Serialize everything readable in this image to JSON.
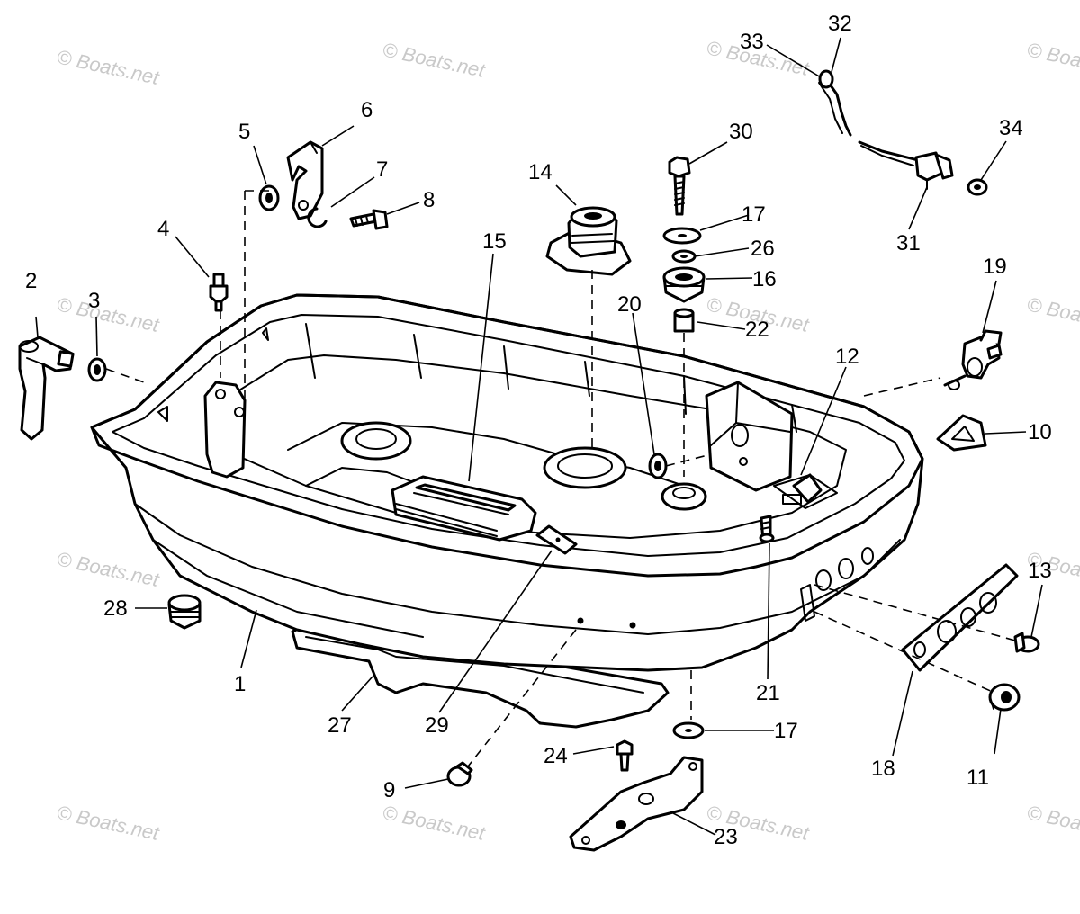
{
  "watermark": "© Boats.net",
  "callouts": [
    {
      "id": "c1",
      "label": "1"
    },
    {
      "id": "c2",
      "label": "2"
    },
    {
      "id": "c3",
      "label": "3"
    },
    {
      "id": "c4",
      "label": "4"
    },
    {
      "id": "c5",
      "label": "5"
    },
    {
      "id": "c6",
      "label": "6"
    },
    {
      "id": "c7",
      "label": "7"
    },
    {
      "id": "c8",
      "label": "8"
    },
    {
      "id": "c9",
      "label": "9"
    },
    {
      "id": "c10",
      "label": "10"
    },
    {
      "id": "c11",
      "label": "11"
    },
    {
      "id": "c12",
      "label": "12"
    },
    {
      "id": "c13",
      "label": "13"
    },
    {
      "id": "c14",
      "label": "14"
    },
    {
      "id": "c15",
      "label": "15"
    },
    {
      "id": "c16",
      "label": "16"
    },
    {
      "id": "c17a",
      "label": "17"
    },
    {
      "id": "c17b",
      "label": "17"
    },
    {
      "id": "c18",
      "label": "18"
    },
    {
      "id": "c19",
      "label": "19"
    },
    {
      "id": "c20",
      "label": "20"
    },
    {
      "id": "c21",
      "label": "21"
    },
    {
      "id": "c22",
      "label": "22"
    },
    {
      "id": "c23",
      "label": "23"
    },
    {
      "id": "c24",
      "label": "24"
    },
    {
      "id": "c26",
      "label": "26"
    },
    {
      "id": "c27",
      "label": "27"
    },
    {
      "id": "c28",
      "label": "28"
    },
    {
      "id": "c29",
      "label": "29"
    },
    {
      "id": "c30",
      "label": "30"
    },
    {
      "id": "c31",
      "label": "31"
    },
    {
      "id": "c32",
      "label": "32"
    },
    {
      "id": "c33",
      "label": "33"
    },
    {
      "id": "c34",
      "label": "34"
    }
  ]
}
